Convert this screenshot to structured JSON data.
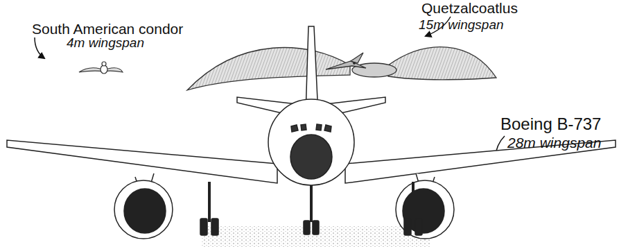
{
  "diagram": {
    "labels": [
      "South American condor",
      "4m wingspan",
      "Quetzalcoatlus",
      "15m wingspan",
      "Boeing B-737",
      "28m wingspan"
    ]
  }
}
